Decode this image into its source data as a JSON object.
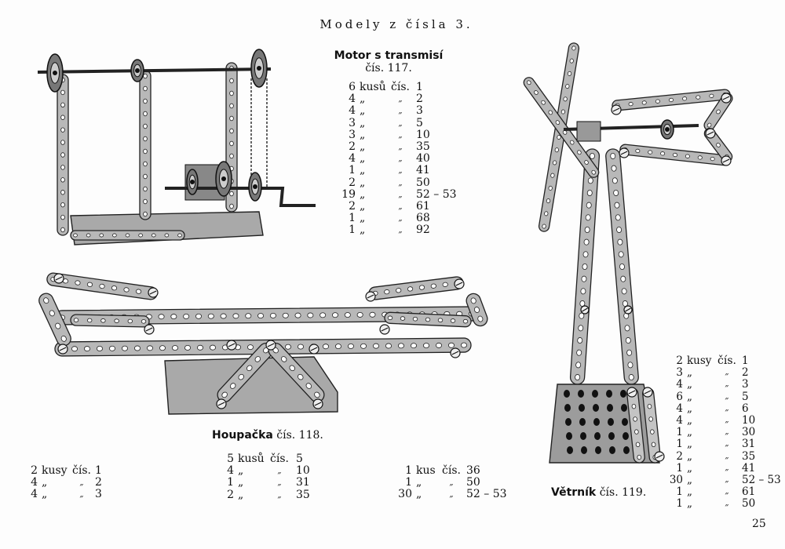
{
  "page_title": "Modely z čísla 3.",
  "page_number": "25",
  "models": {
    "motor": {
      "name": "Motor s transmisí",
      "number": "čís. 117.",
      "parts": [
        {
          "qty": "6",
          "unit": "kusů",
          "label": "čís.",
          "num": "1"
        },
        {
          "qty": "4",
          "unit": "„",
          "label": "„",
          "num": "2"
        },
        {
          "qty": "4",
          "unit": "„",
          "label": "„",
          "num": "3"
        },
        {
          "qty": "3",
          "unit": "„",
          "label": "„",
          "num": "5"
        },
        {
          "qty": "3",
          "unit": "„",
          "label": "„",
          "num": "10"
        },
        {
          "qty": "2",
          "unit": "„",
          "label": "„",
          "num": "35"
        },
        {
          "qty": "4",
          "unit": "„",
          "label": "„",
          "num": "40"
        },
        {
          "qty": "1",
          "unit": "„",
          "label": "„",
          "num": "41"
        },
        {
          "qty": "2",
          "unit": "„",
          "label": "„",
          "num": "50"
        },
        {
          "qty": "19",
          "unit": "„",
          "label": "„",
          "num": "52 – 53"
        },
        {
          "qty": "2",
          "unit": "„",
          "label": "„",
          "num": "61"
        },
        {
          "qty": "1",
          "unit": "„",
          "label": "„",
          "num": "68"
        },
        {
          "qty": "1",
          "unit": "„",
          "label": "„",
          "num": "92"
        }
      ]
    },
    "houpacka": {
      "name": "Houpačka",
      "number": "čís. 118.",
      "parts_col1": [
        {
          "qty": "2",
          "unit": "kusy",
          "label": "čís.",
          "num": "1"
        },
        {
          "qty": "4",
          "unit": "„",
          "label": "„",
          "num": "2"
        },
        {
          "qty": "4",
          "unit": "„",
          "label": "„",
          "num": "3"
        }
      ],
      "parts_col2": [
        {
          "qty": "5",
          "unit": "kusů",
          "label": "čís.",
          "num": "5"
        },
        {
          "qty": "4",
          "unit": "„",
          "label": "„",
          "num": "10"
        },
        {
          "qty": "1",
          "unit": "„",
          "label": "„",
          "num": "31"
        },
        {
          "qty": "2",
          "unit": "„",
          "label": "„",
          "num": "35"
        }
      ],
      "parts_col3": [
        {
          "qty": "1",
          "unit": "kus",
          "label": "čís.",
          "num": "36"
        },
        {
          "qty": "1",
          "unit": "„",
          "label": "„",
          "num": "50"
        },
        {
          "qty": "30",
          "unit": "„",
          "label": "„",
          "num": "52 – 53"
        }
      ]
    },
    "vetrnik": {
      "name": "Větrník",
      "number": "čís. 119.",
      "parts": [
        {
          "qty": "2",
          "unit": "kusy",
          "label": "čís.",
          "num": "1"
        },
        {
          "qty": "3",
          "unit": "„",
          "label": "„",
          "num": "2"
        },
        {
          "qty": "4",
          "unit": "„",
          "label": "„",
          "num": "3"
        },
        {
          "qty": "6",
          "unit": "„",
          "label": "„",
          "num": "5"
        },
        {
          "qty": "4",
          "unit": "„",
          "label": "„",
          "num": "6"
        },
        {
          "qty": "4",
          "unit": "„",
          "label": "„",
          "num": "10"
        },
        {
          "qty": "1",
          "unit": "„",
          "label": "„",
          "num": "30"
        },
        {
          "qty": "1",
          "unit": "„",
          "label": "„",
          "num": "31"
        },
        {
          "qty": "2",
          "unit": "„",
          "label": "„",
          "num": "35"
        },
        {
          "qty": "1",
          "unit": "„",
          "label": "„",
          "num": "41"
        },
        {
          "qty": "30",
          "unit": "„",
          "label": "„",
          "num": "52 – 53"
        },
        {
          "qty": "1",
          "unit": "„",
          "label": "„",
          "num": "61"
        },
        {
          "qty": "1",
          "unit": "„",
          "label": "„",
          "num": "50"
        }
      ]
    }
  }
}
